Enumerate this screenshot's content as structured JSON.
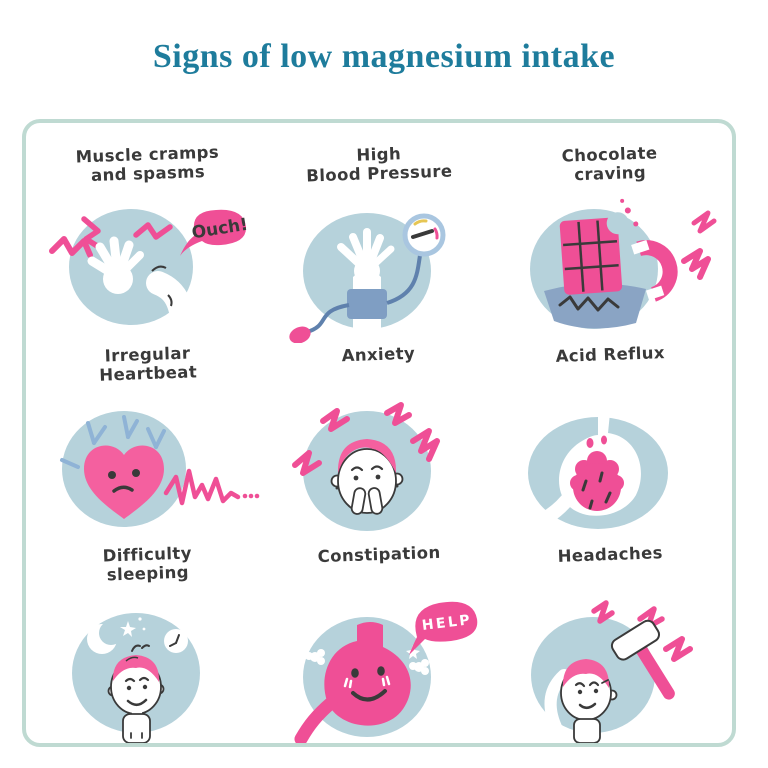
{
  "title": "Signs of low magnesium intake",
  "palette": {
    "title_teal": "#1e7c9c",
    "card_border": "#bfdad2",
    "blob_blue": "#b6d2db",
    "slate_blue": "#7f9ec3",
    "wrapper_blue": "#8aa4c4",
    "vessel_blue": "#8fb3d6",
    "pink": "#ef4f96",
    "heart_pink": "#f4609f",
    "ink": "#3a3a3a",
    "gauge_yellow": "#e6c654",
    "white": "#ffffff"
  },
  "card": {
    "items": [
      {
        "id": "muscle-cramps",
        "label": "Muscle cramps\nand spasms",
        "bubble": "Ouch!"
      },
      {
        "id": "high-blood-pressure",
        "label": "High\nBlood Pressure"
      },
      {
        "id": "chocolate-craving",
        "label": "Chocolate\ncraving"
      },
      {
        "id": "irregular-heartbeat",
        "label": "Irregular\nHeartbeat"
      },
      {
        "id": "anxiety",
        "label": "Anxiety"
      },
      {
        "id": "acid-reflux",
        "label": "Acid Reflux"
      },
      {
        "id": "difficulty-sleeping",
        "label": "Difficulty\nsleeping"
      },
      {
        "id": "constipation",
        "label": "Constipation",
        "bubble": "HELP"
      },
      {
        "id": "headaches",
        "label": "Headaches"
      }
    ]
  }
}
